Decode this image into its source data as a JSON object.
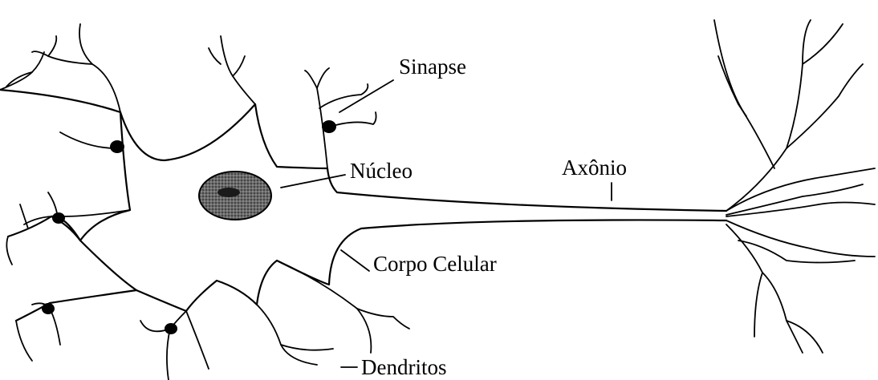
{
  "labels": {
    "sinapse": "Sinapse",
    "nucleo": "Núcleo",
    "axonio": "Axônio",
    "corpo_celular": "Corpo Celular",
    "dendritos": "Dendritos"
  },
  "colors": {
    "ink": "#000000",
    "nucleus_fill": "#555555",
    "nucleolus_fill": "#222222",
    "background": "#ffffff"
  }
}
